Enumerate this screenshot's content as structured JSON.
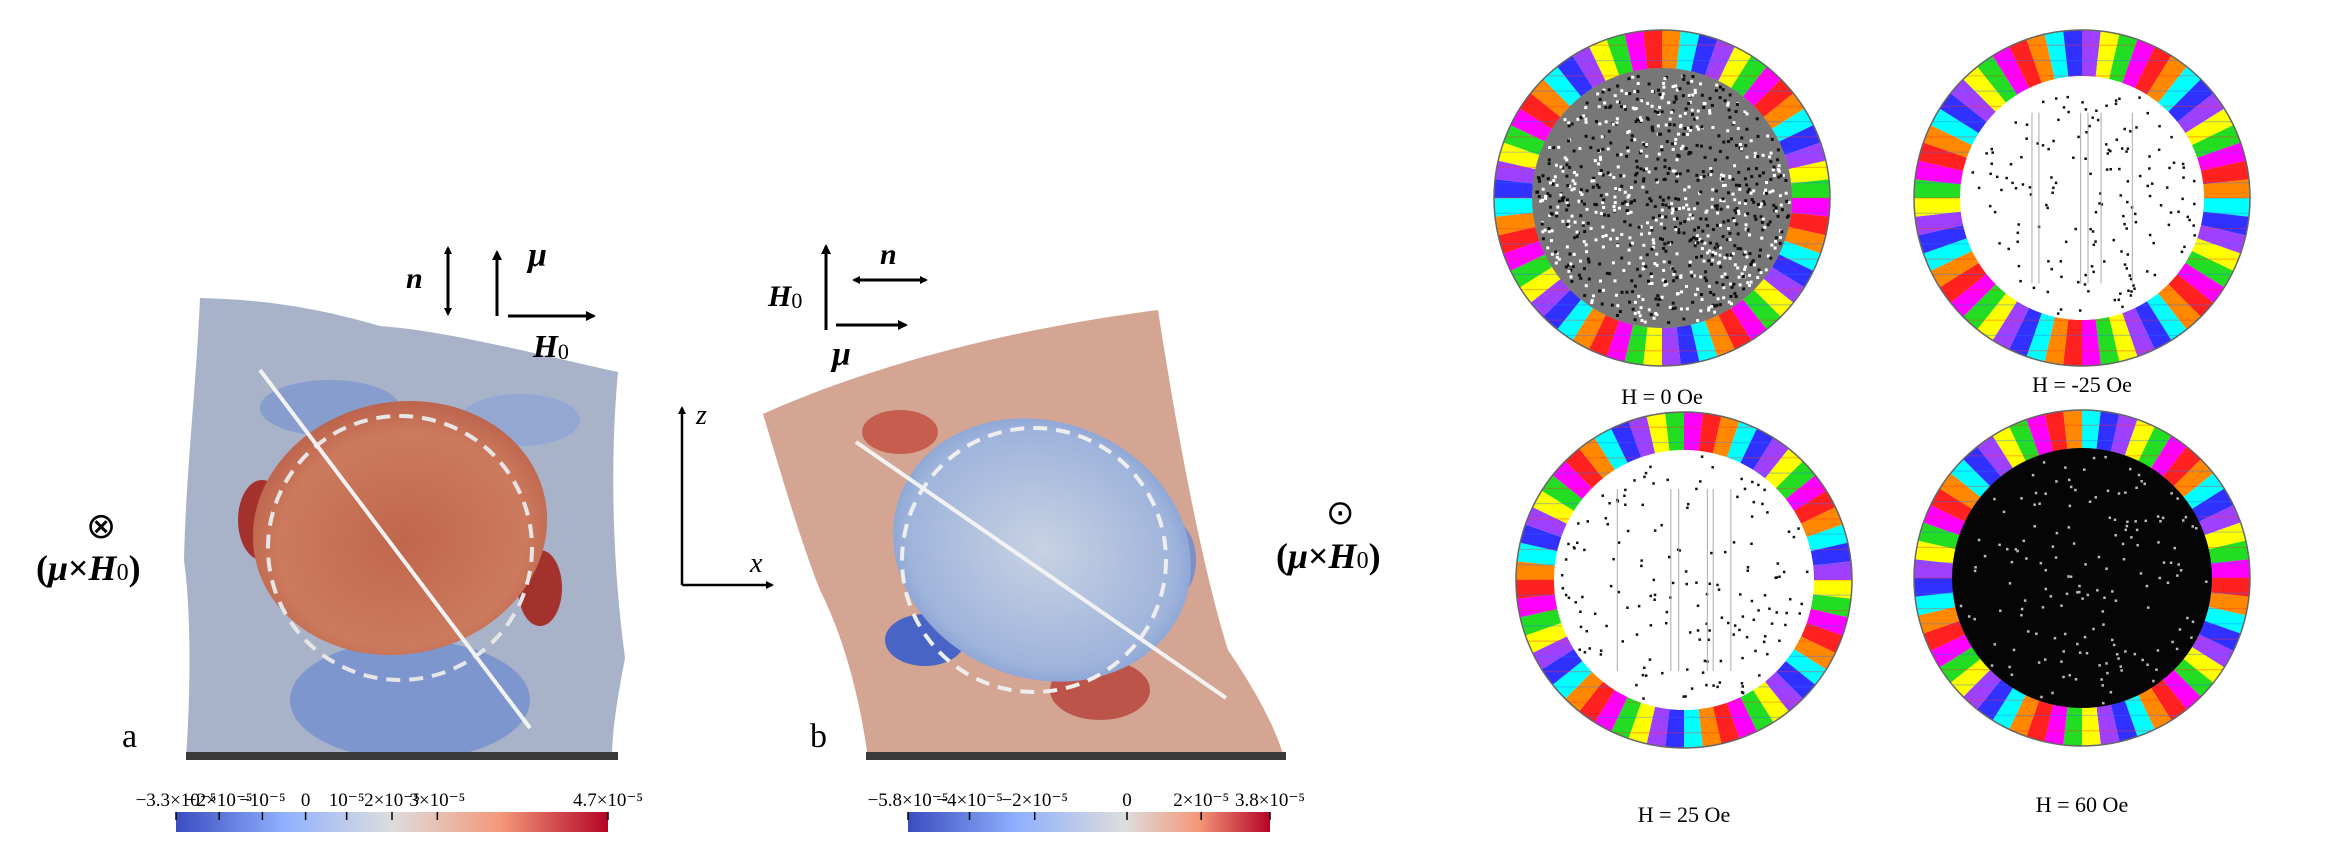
{
  "panel_a": {
    "label": "a",
    "n_label": "n",
    "mu_label": "μ",
    "h0_label": "H",
    "h0_sub": "0",
    "cross_symbol": "⊗",
    "cross_expr_open": "(",
    "cross_expr_mu": "μ",
    "cross_expr_times": "×",
    "cross_expr_h": "H",
    "cross_expr_sub": "0",
    "cross_expr_close": ")",
    "colorbar": {
      "ticks": [
        "−3.3×10⁻⁵",
        "−2×10⁻⁵",
        "−10⁻⁵",
        "0",
        "10⁻⁵",
        "2×10⁻⁵",
        "3×10⁻⁵",
        "4.7×10⁻⁵"
      ],
      "low_color": "#3b4cc0",
      "mid_color": "#dddddd",
      "high_color": "#b40426"
    }
  },
  "panel_b": {
    "label": "b",
    "n_label": "n",
    "mu_label": "μ",
    "h0_label": "H",
    "h0_sub": "0",
    "dot_symbol": "⊙",
    "cross_expr_open": "(",
    "cross_expr_mu": "μ",
    "cross_expr_times": "×",
    "cross_expr_h": "H",
    "cross_expr_sub": "0",
    "cross_expr_close": ")",
    "colorbar": {
      "ticks": [
        "−5.8×10⁻⁵",
        "−4×10⁻⁵",
        "−2×10⁻⁵",
        "0",
        "2×10⁻⁵",
        "3.8×10⁻⁵"
      ],
      "low_color": "#3b4cc0",
      "mid_color": "#dddddd",
      "high_color": "#b40426"
    }
  },
  "axes": {
    "z_label": "z",
    "x_label": "x"
  },
  "rings": [
    {
      "caption": "H = 0 Oe",
      "core": "noise"
    },
    {
      "caption": "H = -25 Oe",
      "core": "white"
    },
    {
      "caption": "H = 25 Oe",
      "core": "white"
    },
    {
      "caption": "H = 60 Oe",
      "core": "black"
    }
  ],
  "palette": [
    "#ff00ff",
    "#00ffff",
    "#ffff00",
    "#ff2020",
    "#3030ff",
    "#22dd22",
    "#ff8800",
    "#a040ff"
  ]
}
